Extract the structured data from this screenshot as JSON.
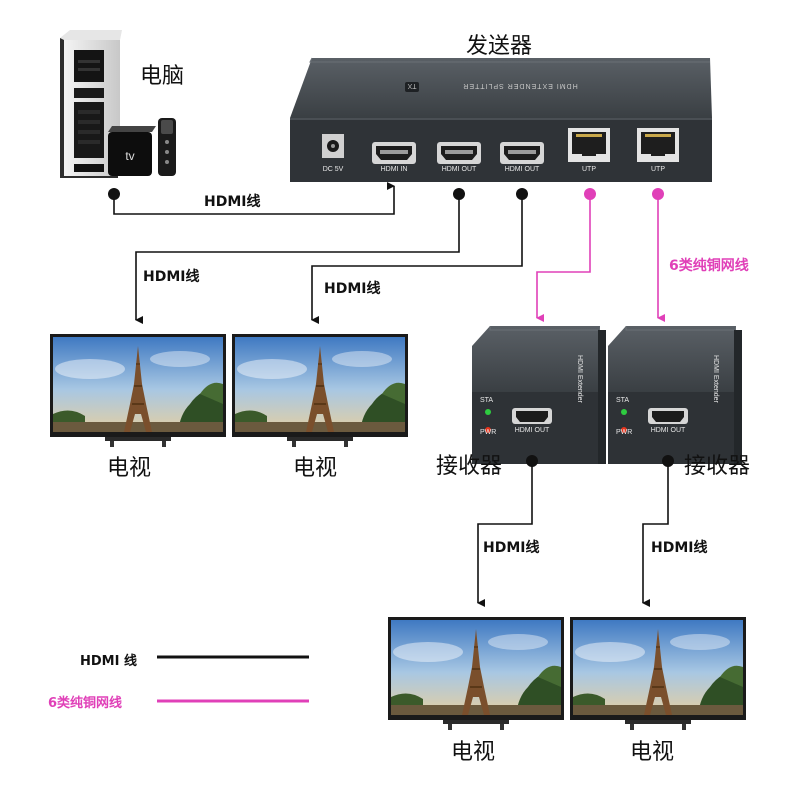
{
  "labels": {
    "computer": "电脑",
    "transmitter": "发送器",
    "receiver_left": "接收器",
    "receiver_right": "接收器",
    "tv1": "电视",
    "tv2": "电视",
    "tv3": "电视",
    "tv4": "电视"
  },
  "cables": {
    "hdmi_pc_tx": "HDMI线",
    "hdmi_tv1": "HDMI线",
    "hdmi_tv2": "HDMI线",
    "hdmi_rx_left": "HDMI线",
    "hdmi_rx_right": "HDMI线",
    "cat6": "6类纯铜网线"
  },
  "transmitter_ports": [
    "DC 5V",
    "HDMI IN",
    "HDMI OUT",
    "HDMI OUT",
    "UTP",
    "UTP"
  ],
  "transmitter_top_text": "HDMI EXTENDER SPLITTER",
  "transmitter_badge": "TX",
  "receiver": {
    "led_sta": "STA",
    "led_pwr": "PWR",
    "port": "HDMI OUT",
    "side_text": "HDMI Extender"
  },
  "legend": {
    "hdmi": "HDMI 线",
    "cat6": "6类纯铜网线"
  },
  "colors": {
    "hdmi_line": "#111111",
    "cat6_line": "#e040b8",
    "device_body": "#3c4246"
  }
}
